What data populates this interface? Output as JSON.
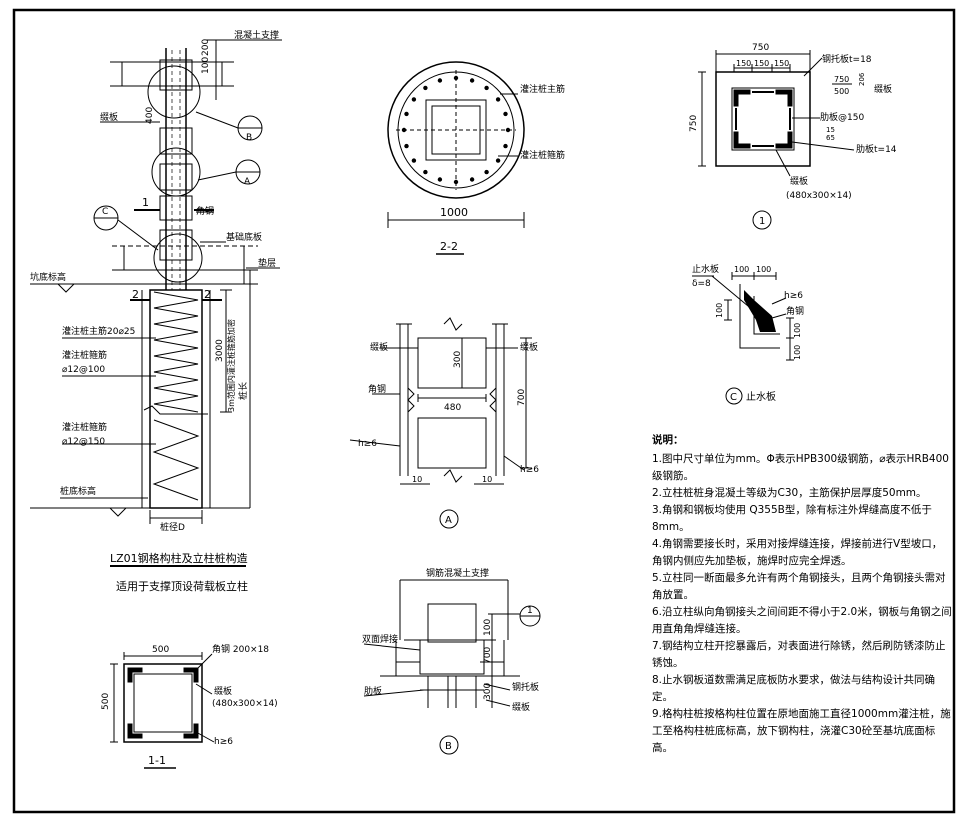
{
  "col_labels": {
    "concrete_brace": "混凝土支撑",
    "dim_100": "100",
    "dim_200": "200",
    "batten": "缀板",
    "dim_400": "400",
    "callout_b": "B",
    "callout_a": "A",
    "callout_c": "C",
    "sec1": "1",
    "angle_steel": "角钢",
    "base_slab": "基础底板",
    "pit_bottom": "坑底标高",
    "cushion": "垫层",
    "sec2": "2",
    "main_bar": "灌注桩主筋20⌀25",
    "stirrup_label": "灌注桩箍筋",
    "stirrup_dense": "⌀12@100",
    "dim_3000": "3000",
    "dense_note": "3m范围内灌注桩箍筋加密",
    "pile_len": "桩长",
    "stirrup_label2": "灌注桩箍筋",
    "stirrup_sparse": "⌀12@150",
    "pile_bottom": "桩底标高",
    "pile_dia": "桩径D",
    "title_main": "LZ01钢格构柱及立柱桩构造",
    "title_sub": "适用于支撑顶设荷载板立柱"
  },
  "sec11": {
    "dim_500w": "500",
    "dim_500h": "500",
    "angle": "角钢 200×18",
    "batten": "缀板",
    "batten_size": "(480x300×14)",
    "weld": "h≥6",
    "title": "1-1"
  },
  "sec22": {
    "main_bar": "灌注桩主筋",
    "stirrup": "灌注桩箍筋",
    "dim_1000": "1000",
    "title": "2-2"
  },
  "detA": {
    "batten_l": "缀板",
    "batten_r": "缀板",
    "angle": "角钢",
    "dim_300": "300",
    "dim_480": "480",
    "dim_700": "700",
    "weld_l": "h≥6",
    "weld_r": "h≥6",
    "dim_10a": "10",
    "dim_10b": "10",
    "title": "A"
  },
  "detB": {
    "brace": "钢筋混凝土支撑",
    "double_weld": "双面焊接",
    "rib": "肋板",
    "dim_100": "100",
    "dim_700": "700",
    "dim_300": "300",
    "bracket": "钢托板",
    "batten": "缀板",
    "callout": "1",
    "title": "B"
  },
  "det1": {
    "dim_750w": "750",
    "dim_150a": "150",
    "dim_150b": "150",
    "dim_150c": "150",
    "bracket": "钢托板t=18",
    "frac_top": "750",
    "frac_bot": "500",
    "dim_206": "206",
    "batten": "缀板",
    "rib": "肋板@150",
    "dim_15": "15",
    "dim_65": "65",
    "rib_t": "肋板t=14",
    "dim_750h": "750",
    "batten2": "缀板",
    "batten2_size": "(480x300×14)",
    "title": "1"
  },
  "detC": {
    "plate": "止水板",
    "plate_t": "δ=8",
    "dim_100a": "100",
    "dim_100b": "100",
    "weld": "h≥6",
    "dim_100c": "100",
    "angle": "角钢",
    "dim_100d": "100",
    "dim_100e": "100",
    "title_letter": "C",
    "title_text": "止水板"
  },
  "notes": {
    "heading": "说明：",
    "items": [
      "1.图中尺寸单位为mm。Φ表示HPB300级钢筋，⌀表示HRB400级钢筋。",
      "2.立柱桩桩身混凝土等级为C30，主筋保护层厚度50mm。",
      "3.角钢和钢板均使用 Q355B型，除有标注外焊缝高度不低于8mm。",
      "4.角钢需要接长时，采用对接焊缝连接，焊接前进行V型坡口，角钢内侧应先加垫板，施焊时应完全焊透。",
      "5.立柱同一断面最多允许有两个角钢接头，且两个角钢接头需对角放置。",
      "6.沿立柱纵向角钢接头之间间距不得小于2.0米，钢板与角钢之间用直角角焊缝连接。",
      "7.钢结构立柱开挖暴露后，对表面进行除锈，然后刷防锈漆防止锈蚀。",
      "8.止水钢板道数需满足底板防水要求，做法与结构设计共同确定。",
      "9.格构柱桩按格构柱位置在原地面施工直径1000mm灌注桩，施工至格构柱桩底标高，放下钢构柱，浇灌C30砼至基坑底面标高。"
    ]
  }
}
